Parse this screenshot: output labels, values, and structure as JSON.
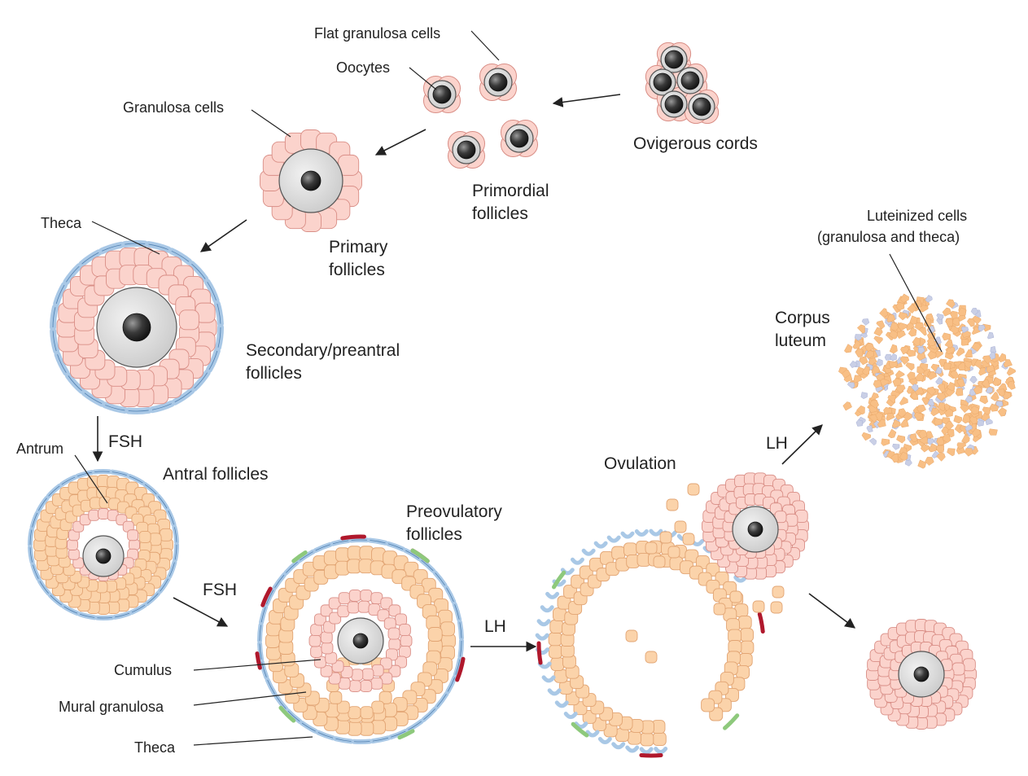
{
  "labels": {
    "flat_granulosa": "Flat granulosa cells",
    "oocytes": "Oocytes",
    "granulosa_cells": "Granulosa cells",
    "ovigerous_cords": "Ovigerous cords",
    "primordial_1": "Primordial",
    "primordial_2": "follicles",
    "primary_1": "Primary",
    "primary_2": "follicles",
    "theca_top": "Theca",
    "secondary_1": "Secondary/preantral",
    "secondary_2": "follicles",
    "fsh_1": "FSH",
    "antrum": "Antrum",
    "antral": "Antral follicles",
    "fsh_2": "FSH",
    "preovulatory_1": "Preovulatory",
    "preovulatory_2": "follicles",
    "lh_1": "LH",
    "cumulus": "Cumulus",
    "mural_granulosa": "Mural granulosa",
    "theca_bottom": "Theca",
    "ovulation": "Ovulation",
    "lh_2": "LH",
    "corpus_1": "Corpus",
    "corpus_2": "luteum",
    "luteinized_1": "Luteinized cells",
    "luteinized_2": "(granulosa and theca)"
  },
  "colors": {
    "granulosa_pink": "#fbd3cc",
    "granulosa_stroke": "#d98e86",
    "granulosa_orange": "#fbd3aa",
    "granulosa_orange_stroke": "#e2a574",
    "zona": "#d9d9d9",
    "oocyte_nucleus": "#333333",
    "theca_blue": "#a9c8e6",
    "theca_green": "#8ec97c",
    "theca_red": "#b0182c",
    "luteal_orange": "#f8bf85",
    "luteal_lavender": "#c9cfe6"
  }
}
